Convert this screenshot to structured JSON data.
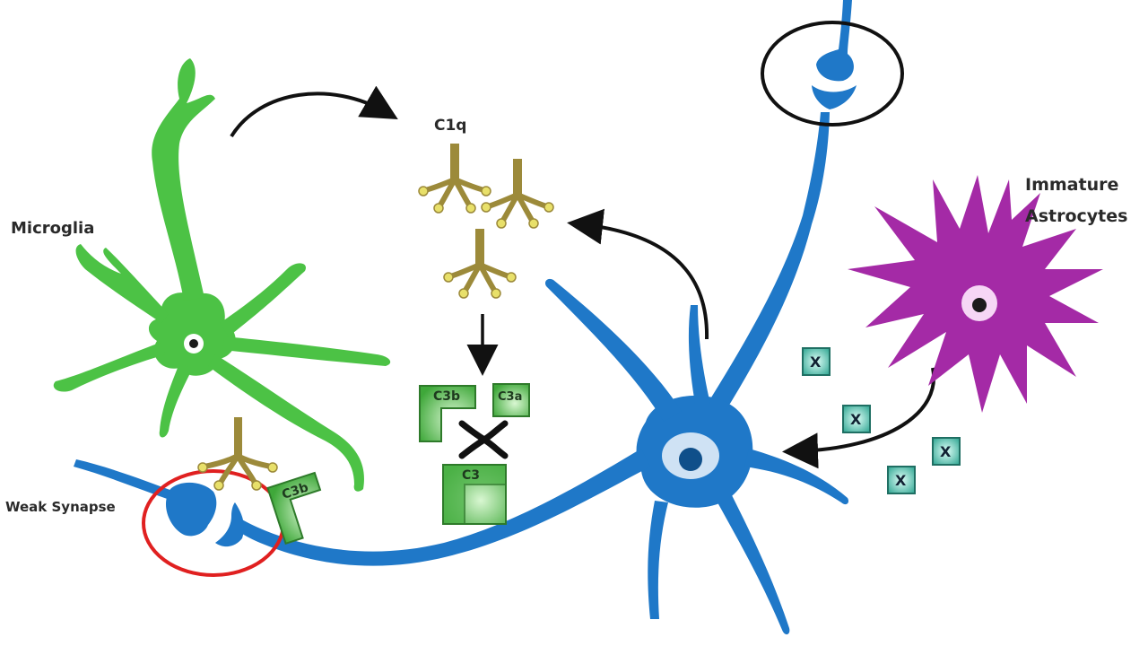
{
  "labels": {
    "microglia": "Microglia",
    "immature_astrocytes_line1": "Immature",
    "immature_astrocytes_line2": "Astrocytes",
    "weak_synapse": "Weak Synapse",
    "c1q": "C1q",
    "c3b_top": "C3b",
    "c3a": "C3a",
    "c3": "C3",
    "c3b_synapse": "C3b",
    "factor_x": "X"
  },
  "colors": {
    "microglia": "#4cc245",
    "neuron": "#1f78c8",
    "astrocyte": "#a42aa6",
    "c1q_stem": "#9c8a3a",
    "c1q_bulb": "#e8e06a",
    "complement_box": "#4fb44a",
    "factor_x_box": "#3fb3a0",
    "weak_synapse_circle": "#e02020",
    "synapse_circle": "#111111"
  }
}
